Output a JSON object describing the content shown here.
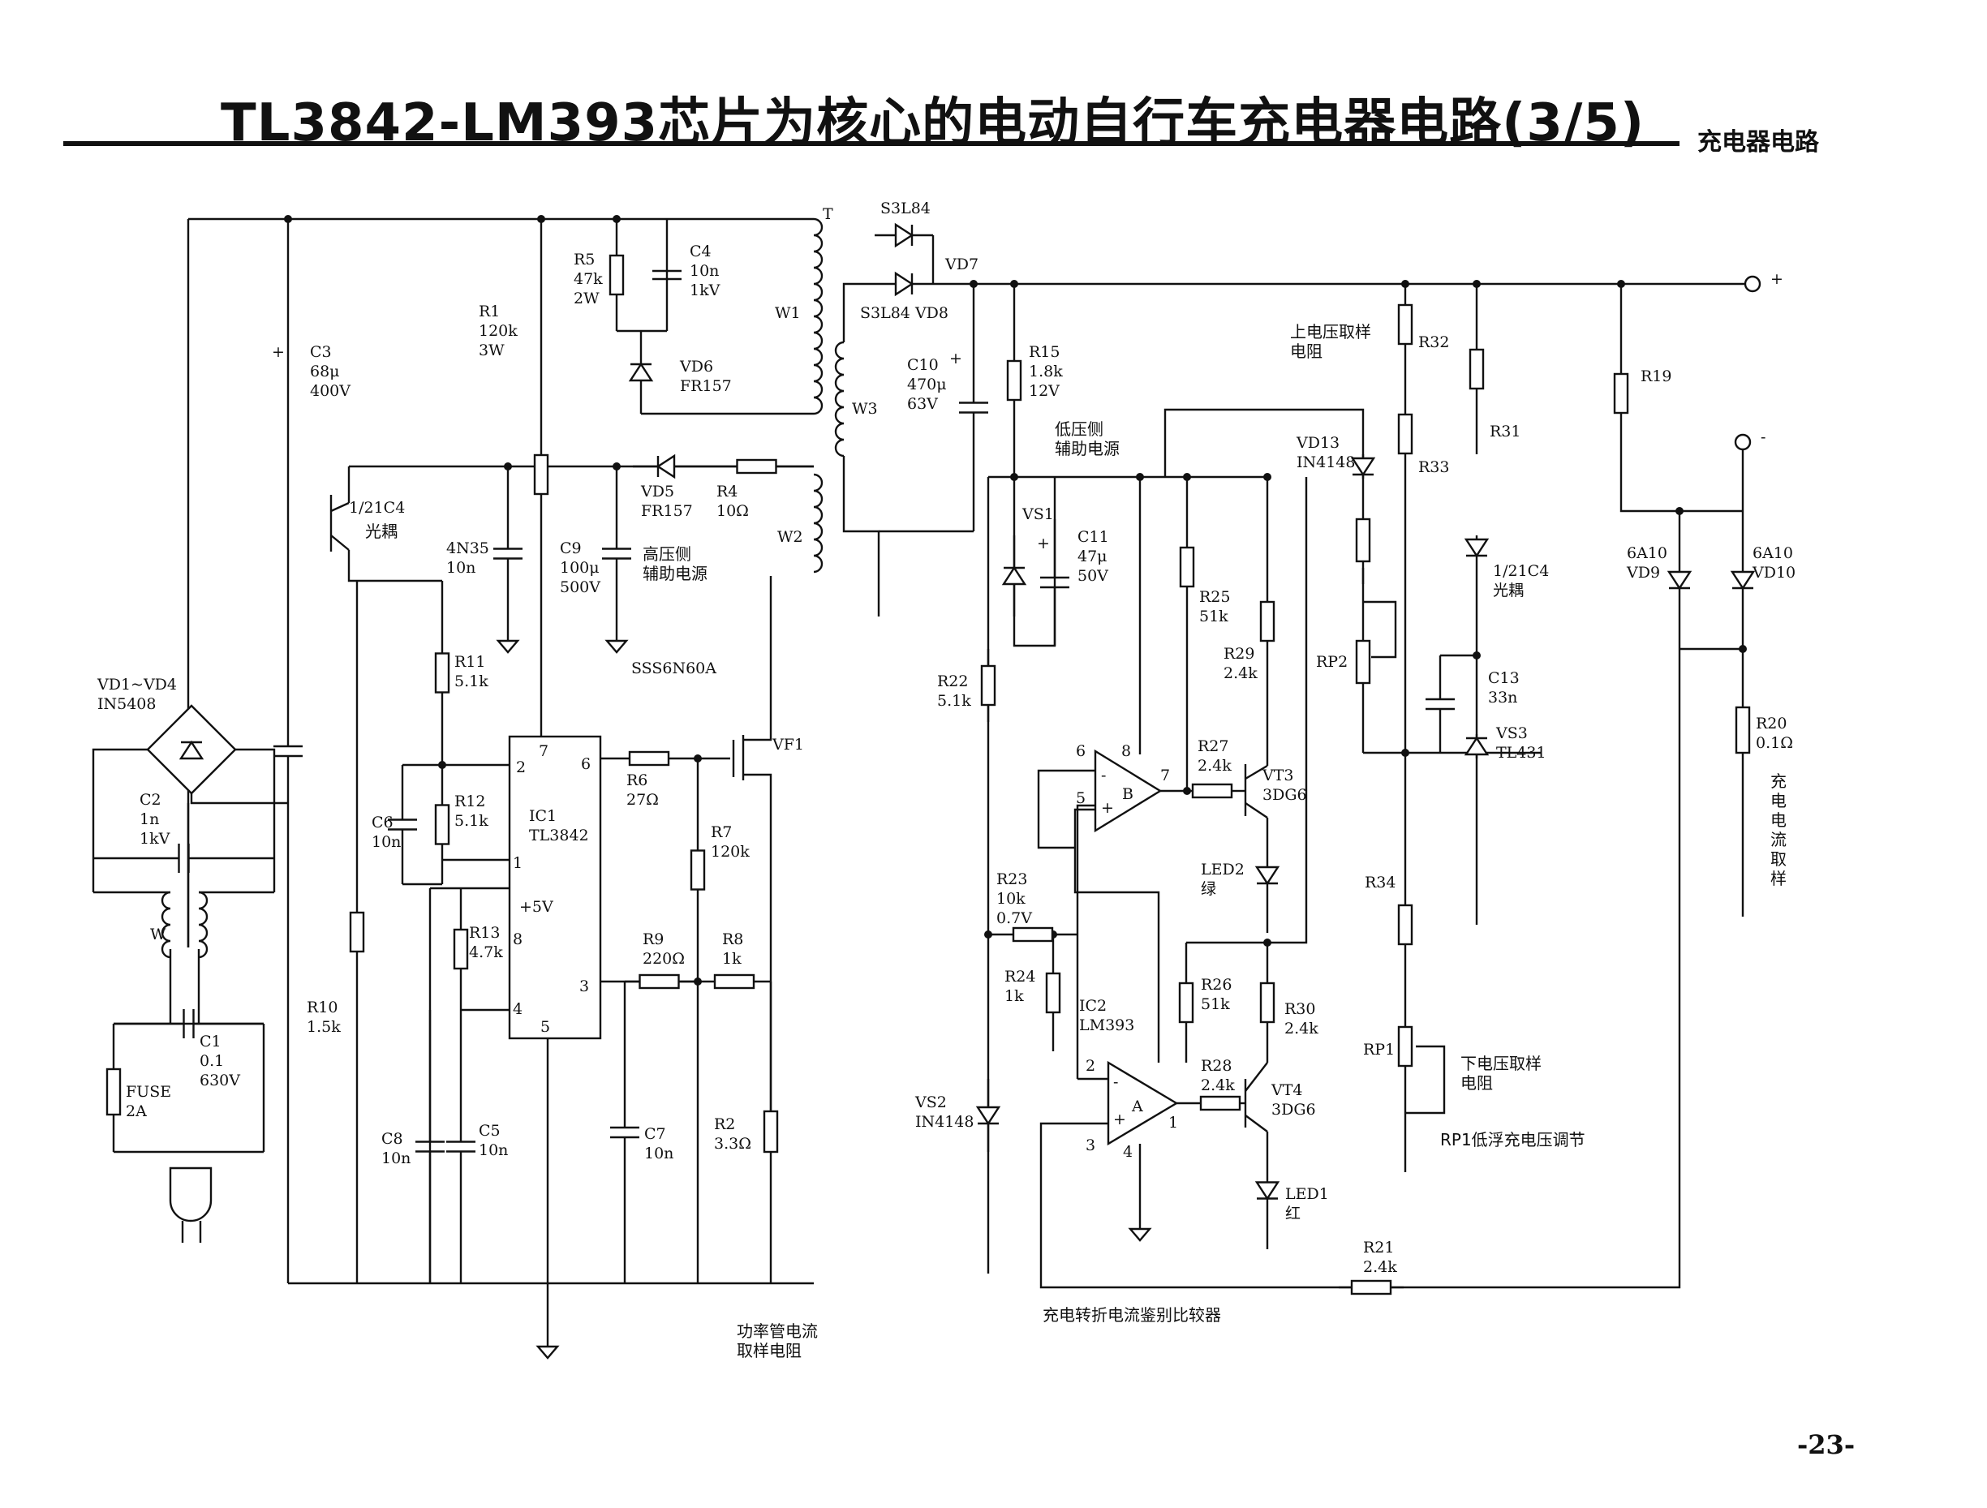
{
  "page": {
    "title": "TL3842-LM393芯片为核心的电动自行车充电器电路(3/5)",
    "section": "充电器电路",
    "page_number": "-23-"
  },
  "components": {
    "T": "T",
    "W1": "W1",
    "W2": "W2",
    "W3": "W3",
    "W": "W",
    "R1": [
      "R1",
      "120k",
      "3W"
    ],
    "R2": [
      "R2",
      "3.3Ω"
    ],
    "R4": [
      "R4",
      "10Ω"
    ],
    "R5": [
      "R5",
      "47k",
      "2W"
    ],
    "R6": [
      "R6",
      "27Ω"
    ],
    "R7": [
      "R7",
      "120k"
    ],
    "R8": [
      "R8",
      "1k"
    ],
    "R9": [
      "R9",
      "220Ω"
    ],
    "R10": [
      "R10",
      "1.5k"
    ],
    "R11": [
      "R11",
      "5.1k"
    ],
    "R12": [
      "R12",
      "5.1k"
    ],
    "R13": [
      "R13",
      "4.7k"
    ],
    "R15": [
      "R15",
      "1.8k",
      "12V"
    ],
    "R19": "R19",
    "R20": [
      "R20",
      "0.1Ω"
    ],
    "R21": [
      "R21",
      "2.4k"
    ],
    "R22": [
      "R22",
      "5.1k"
    ],
    "R23": [
      "R23",
      "10k",
      "0.7V"
    ],
    "R24": [
      "R24",
      "1k"
    ],
    "R25": [
      "R25",
      "51k"
    ],
    "R26": [
      "R26",
      "51k"
    ],
    "R27": [
      "R27",
      "2.4k"
    ],
    "R28": [
      "R28",
      "2.4k"
    ],
    "R29": [
      "R29",
      "2.4k"
    ],
    "R30": [
      "R30",
      "2.4k"
    ],
    "R31": "R31",
    "R32": "R32",
    "R33": "R33",
    "R34": "R34",
    "RP1": "RP1",
    "RP2": "RP2",
    "C1": [
      "C1",
      "0.1",
      "630V"
    ],
    "C2": [
      "C2",
      "1n",
      "1kV"
    ],
    "C3": [
      "C3",
      "68μ",
      "400V"
    ],
    "C4": [
      "C4",
      "10n",
      "1kV"
    ],
    "C5": [
      "C5",
      "10n"
    ],
    "C6": [
      "C6",
      "10n"
    ],
    "C7": [
      "C7",
      "10n"
    ],
    "C8": [
      "C8",
      "10n"
    ],
    "C9": [
      "C9",
      "100μ",
      "500V"
    ],
    "C10": [
      "C10",
      "470μ",
      "63V"
    ],
    "C11": [
      "C11",
      "47μ",
      "50V"
    ],
    "C13": [
      "C13",
      "33n"
    ],
    "C4N35": [
      "4N35",
      "10n"
    ],
    "VD1_4": [
      "VD1~VD4",
      "IN5408"
    ],
    "VD5": [
      "VD5",
      "FR157"
    ],
    "VD6": [
      "VD6",
      "FR157"
    ],
    "VD7": "VD7",
    "VD8": "S3L84 VD8",
    "S3L84_top": "S3L84",
    "VD9": [
      "6A10",
      "VD9"
    ],
    "VD10": [
      "6A10",
      "VD10"
    ],
    "VD13": [
      "VD13",
      "IN4148"
    ],
    "VS1": "VS1",
    "VS2": [
      "VS2",
      "IN4148"
    ],
    "VS3": [
      "VS3",
      "TL431"
    ],
    "VT3": [
      "VT3",
      "3DG6"
    ],
    "VT4": [
      "VT4",
      "3DG6"
    ],
    "LED1": [
      "LED1",
      "红"
    ],
    "LED2": [
      "LED2",
      "绿"
    ],
    "VF1": "VF1",
    "SSS6N60A": "SSS6N60A",
    "FUSE": [
      "FUSE",
      "2A"
    ],
    "IC1": [
      "IC1",
      "TL3842"
    ],
    "IC2": [
      "IC2",
      "LM393"
    ],
    "opto_left": [
      "1/21C4",
      "光耦"
    ],
    "opto_right": [
      "1/21C4",
      "光耦"
    ],
    "plus5v": "+5V",
    "pins": {
      "p1": "1",
      "p2": "2",
      "p3": "3",
      "p4": "4",
      "p5": "5",
      "p6": "6",
      "p7": "7",
      "p8": "8"
    },
    "op_A": "A",
    "op_B": "B",
    "terminal_plus": "+",
    "terminal_minus": "-",
    "cap_plus": "+"
  },
  "annotations": {
    "hv_aux": "高压侧\n辅助电源",
    "lv_aux": "低压侧\n辅助电源",
    "upper_sample": "上电压取样\n电阻",
    "lower_sample": "下电压取样\n电阻",
    "rp1_note": "RP1低浮充电压调节",
    "current_sample": "充电电流取样",
    "switch_sense": "功率管电流\n取样电阻",
    "comparator": "充电转折电流鉴别比较器"
  }
}
